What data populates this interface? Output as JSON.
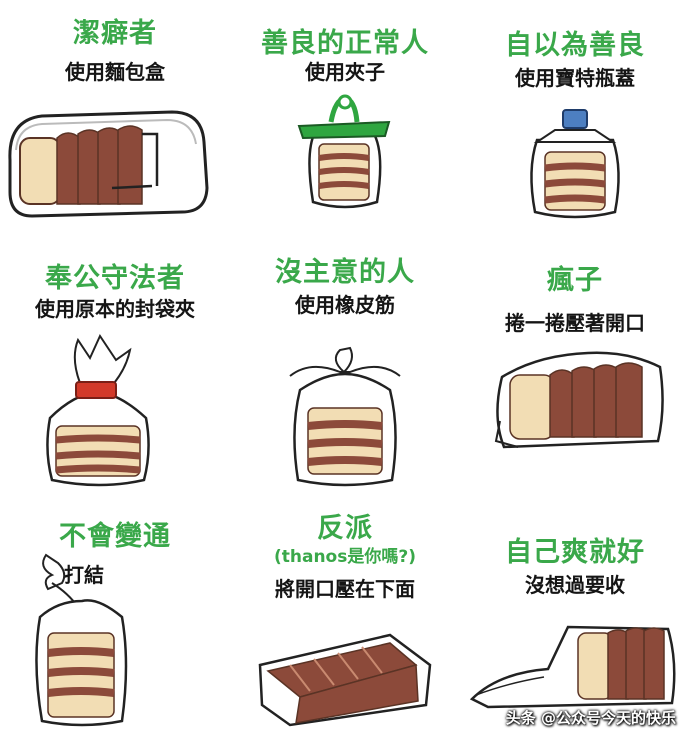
{
  "cells": [
    {
      "title": "潔癖者",
      "caption": "使用麵包盒"
    },
    {
      "title": "善良的正常人",
      "caption": "使用夾子"
    },
    {
      "title": "自以為善良",
      "caption": "使用寶特瓶蓋"
    },
    {
      "title": "奉公守法者",
      "caption": "使用原本的封袋夾"
    },
    {
      "title": "沒主意的人",
      "caption": "使用橡皮筋"
    },
    {
      "title": "瘋子",
      "caption": "捲一捲壓著開口"
    },
    {
      "title": "不會變通",
      "caption": "打結"
    },
    {
      "title": "反派",
      "subtitle": "(thanos是你嗎?)",
      "caption": "將開口壓在下面"
    },
    {
      "title": "自己爽就好",
      "caption": "沒想過要收"
    }
  ],
  "watermark": "头条 @公众号今天的快乐",
  "colors": {
    "title_green": "#3aa84a",
    "bread_crust": "#8c4a3a",
    "bread_slice": "#f2ddb4",
    "clip_green": "#2fa640",
    "tie_red": "#d23a2a",
    "cap_blue": "#4d7fc1"
  }
}
